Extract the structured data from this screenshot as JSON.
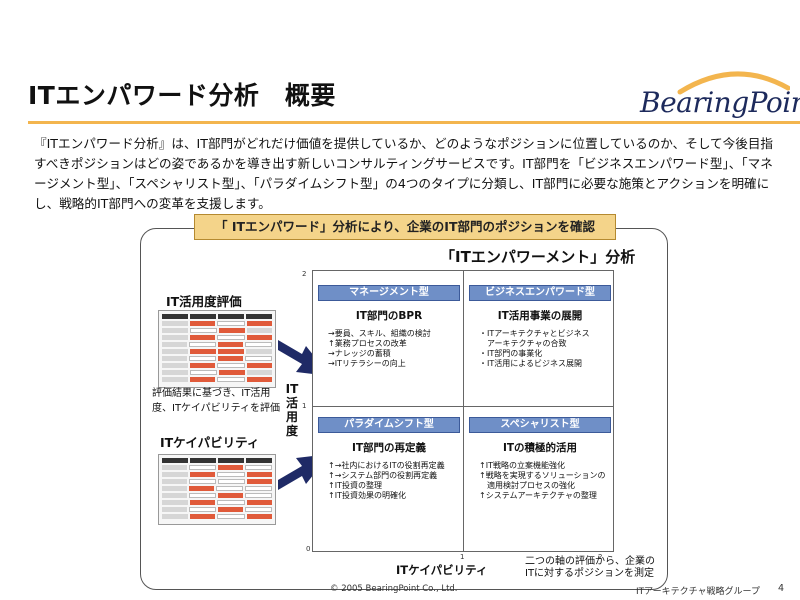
{
  "header": {
    "title": "ITエンパワード分析　概要",
    "logo": "BearingPoint."
  },
  "intro": "『ITエンパワード分析』は、IT部門がどれだけ価値を提供しているか、どのようなポジションに位置しているのか、そして今後目指すべきポジションはどの姿であるかを導き出す新しいコンサルティングサービスです。IT部門を「ビジネスエンパワード型」、「マネージメント型」、「スペシャリスト型」、「パラダイムシフト型」の4つのタイプに分類し、IT部門に必要な施策とアクションを明確にし、戦略的IT部門への変革を支援します。",
  "banner": "「 ITエンパワード」分析により、企業のIT部門のポジションを確認",
  "matrix": {
    "title": "「ITエンパワーメント」分析",
    "y_axis_label": "IT活用度",
    "x_axis_label": "ITケイパビリティ",
    "axis_note": [
      "二つの軸の評価から、企業の",
      "ITに対するポジションを測定"
    ],
    "ticks": {
      "origin": "0",
      "x_mid": "1",
      "x_max": "2",
      "y_mid": "1",
      "y_max": "2"
    },
    "quadrants": {
      "top_left": {
        "name": "マネージメント型",
        "subtitle": "IT部門のBPR",
        "items": [
          "→要員、スキル、組織の検討",
          "↑業務プロセスの改革",
          "→ナレッジの蓄積",
          "→ITリテラシーの向上"
        ]
      },
      "top_right": {
        "name": "ビジネスエンパワード型",
        "subtitle": "IT活用事業の展開",
        "items": [
          "・ITアーキテクチャとビジネス",
          "　アーキテクチャの合致",
          "・IT部門の事業化",
          "・IT活用によるビジネス展開"
        ]
      },
      "bottom_left": {
        "name": "パラダイムシフト型",
        "subtitle": "IT部門の再定義",
        "items": [
          "↑→社内におけるITの役割再定義",
          "↑→システム部門の役割再定義",
          "↑IT投資の整理",
          "↑IT投資効果の明確化"
        ]
      },
      "bottom_right": {
        "name": "スペシャリスト型",
        "subtitle": "ITの積極的活用",
        "items": [
          "↑IT戦略の立案機能強化",
          "↑戦略を実現するソリューションの",
          "　適用検討プロセスの強化",
          "↑システムアーキテクチャの整理"
        ]
      }
    }
  },
  "left_panel": {
    "usage_heading": "IT活用度評価",
    "description": "評価結果に基づき、IT活用度、ITケイパビリティを評価",
    "capability_heading": "ITケイパビリティ"
  },
  "footer": {
    "copyright": "© 2005 BearingPoint Co., Ltd.",
    "group": "ITアーキテクチャ戦略グループ",
    "page": "4"
  },
  "colors": {
    "accent_rule": "#f3b54e",
    "banner_fill": "#f4d48a",
    "quadrant_header": "#6f8fc7",
    "arrow": "#1f2a66",
    "logo": "#1d2a5c"
  },
  "icons": [
    "logo-arc-icon",
    "navy-arrow-icon"
  ]
}
